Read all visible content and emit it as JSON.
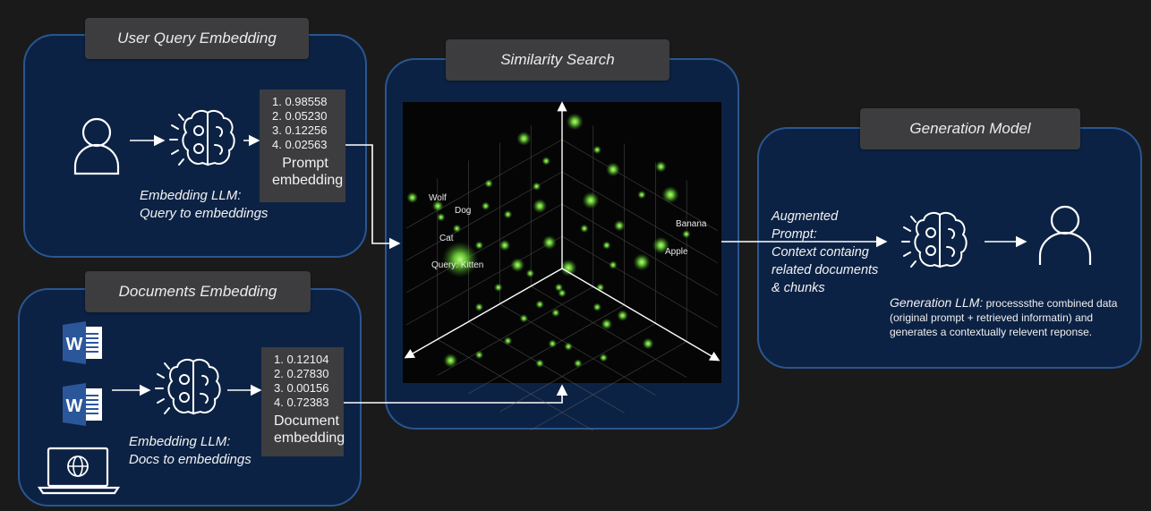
{
  "user_query": {
    "title": "User Query Embedding",
    "caption_line1": "Embedding LLM:",
    "caption_line2": "Query to embeddings",
    "vector": [
      "1. 0.98558",
      "2. 0.05230",
      "3. 0.12256",
      "4. 0.02563"
    ],
    "vector_caption_line1": "Prompt",
    "vector_caption_line2": "embedding"
  },
  "documents": {
    "title": "Documents Embedding",
    "caption_line1": "Embedding LLM:",
    "caption_line2": "Docs to embeddings",
    "vector": [
      "1. 0.12104",
      "2. 0.27830",
      "3. 0.00156",
      "4. 0.72383"
    ],
    "vector_caption_line1": "Document",
    "vector_caption_line2": "embedding"
  },
  "similarity": {
    "title": "Similarity Search",
    "labels": {
      "wolf": "Wolf",
      "dog": "Dog",
      "cat": "Cat",
      "query": "Query: Kitten",
      "banana": "Banana",
      "apple": "Apple"
    }
  },
  "generation": {
    "title": "Generation Model",
    "augmented": [
      "Augmented",
      "Prompt:",
      "Context containg",
      "related documents",
      "& chunks"
    ],
    "llm_lead": "Generation LLM:",
    "llm_line1_rest": " processsthe combined data",
    "llm_line2": "(original prompt + retrieved informatin) and",
    "llm_line3": "generates a contextually relevent reponse."
  },
  "icons": {
    "user": "user-icon",
    "brain": "brain-gear-icon",
    "word": "word-document-icon",
    "laptop": "laptop-globe-icon"
  },
  "colors": {
    "panel_fill": "#0c2244",
    "panel_border": "#2a5690",
    "tab_fill": "#3d3d3f",
    "dot_green": "#7ee84a",
    "word_blue": "#2b579a"
  }
}
